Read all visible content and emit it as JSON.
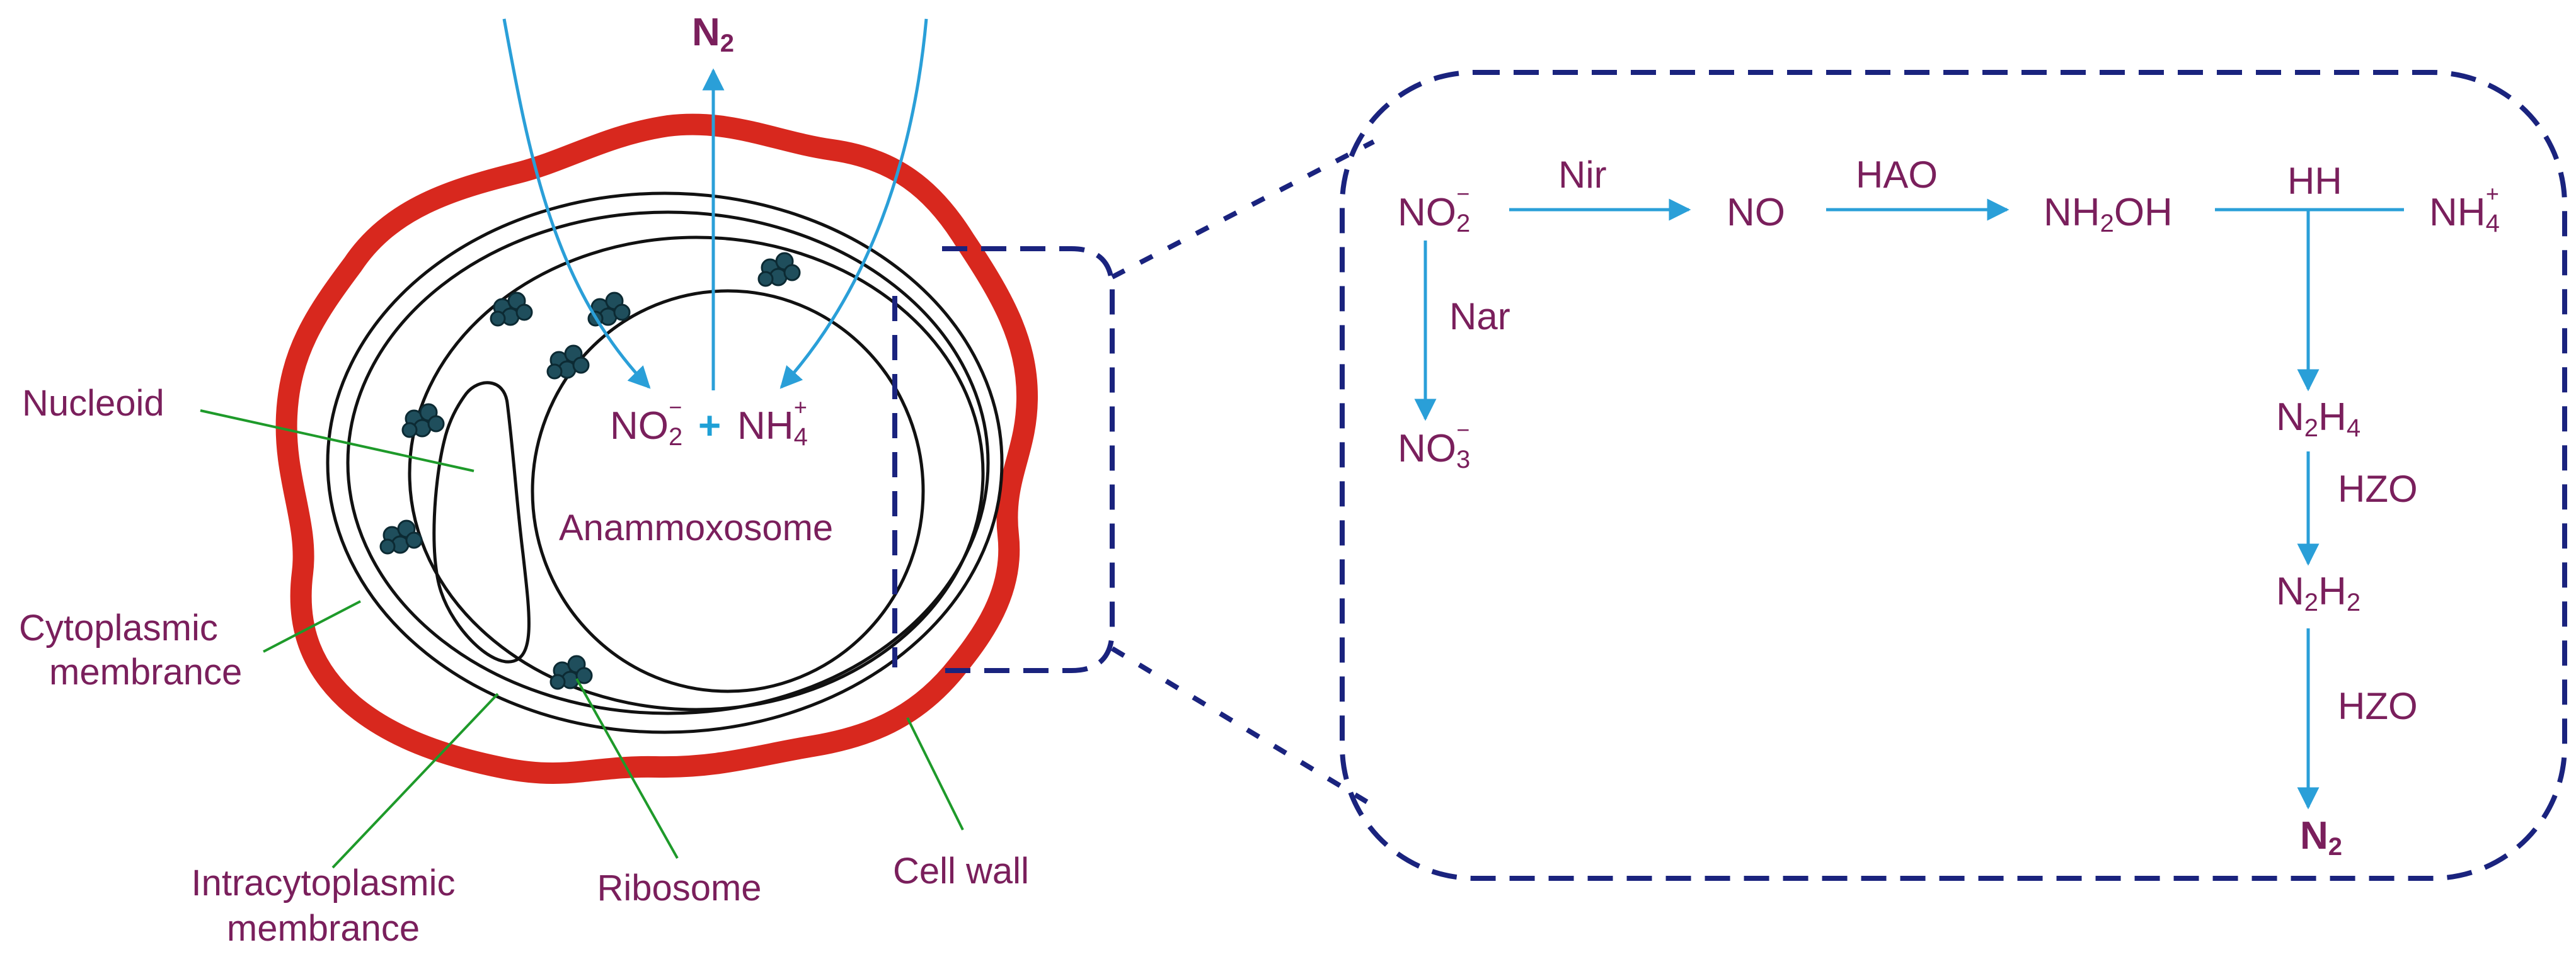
{
  "colors": {
    "text": "#7a1f5c",
    "arrow": "#2a9fd8",
    "cell_wall": "#d8281e",
    "leader": "#1e9a2a",
    "dashed": "#1a237e",
    "ribosome": "#1f4e5c"
  },
  "cell": {
    "label_anammoxosome": "Anammoxosome",
    "label_nucleoid": "Nucleoid",
    "label_cytoplasmic_1": "Cytoplasmic",
    "label_cytoplasmic_2": "membrance",
    "label_intracytoplasmic_1": "Intracytoplasmic",
    "label_intracytoplasmic_2": "membrance",
    "label_ribosome": "Ribosome",
    "label_cell_wall": "Cell wall",
    "top_product": {
      "base": "N",
      "sub": "2"
    },
    "reactant_nitrite": {
      "base": "NO",
      "sub": "2",
      "sup": "−"
    },
    "plus": "+",
    "reactant_ammonium": {
      "base": "NH",
      "sub": "4",
      "sup": "+"
    }
  },
  "pathway": {
    "nitrite": {
      "base": "NO",
      "sub": "2",
      "sup": "−"
    },
    "nitric_oxide": "NO",
    "hydroxylamine": {
      "pre": "NH",
      "sub": "2",
      "post": "OH"
    },
    "ammonium": {
      "base": "NH",
      "sub": "4",
      "sup": "+"
    },
    "nitrate": {
      "base": "NO",
      "sub": "3",
      "sup": "−"
    },
    "hydrazine": {
      "a": "N",
      "sub1": "2",
      "b": "H",
      "sub2": "4"
    },
    "diazene": {
      "a": "N",
      "sub1": "2",
      "b": "H",
      "sub2": "2"
    },
    "dinitrogen": {
      "base": "N",
      "sub": "2"
    },
    "enzyme_nir": "Nir",
    "enzyme_hao": "HAO",
    "enzyme_hh": "HH",
    "enzyme_nar": "Nar",
    "enzyme_hzo_1": "HZO",
    "enzyme_hzo_2": "HZO"
  }
}
